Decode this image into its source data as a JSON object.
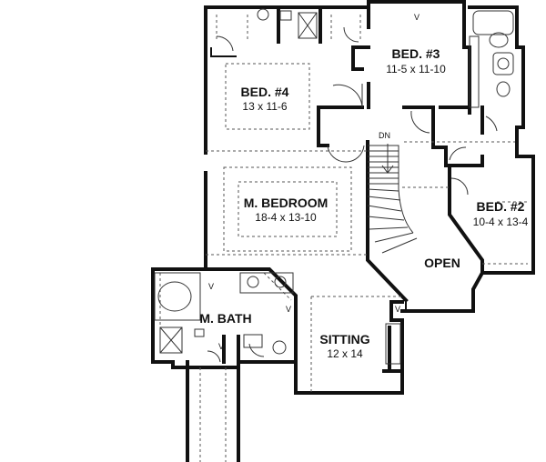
{
  "rooms": {
    "bed4": {
      "name": "BED. #4",
      "size": "13 x 11-6"
    },
    "bed3": {
      "name": "BED. #3",
      "size": "11-5 x 11-10"
    },
    "bed2": {
      "name": "BED. #2",
      "size": "10-4 x 13-4"
    },
    "master_bedroom": {
      "name": "M. BEDROOM",
      "size": "18-4 x 13-10"
    },
    "master_bath": {
      "name": "M. BATH"
    },
    "sitting": {
      "name": "SITTING",
      "size": "12 x 14"
    },
    "open": {
      "name": "OPEN"
    }
  },
  "stair": {
    "label": "DN"
  },
  "marks": {
    "v": "V"
  }
}
